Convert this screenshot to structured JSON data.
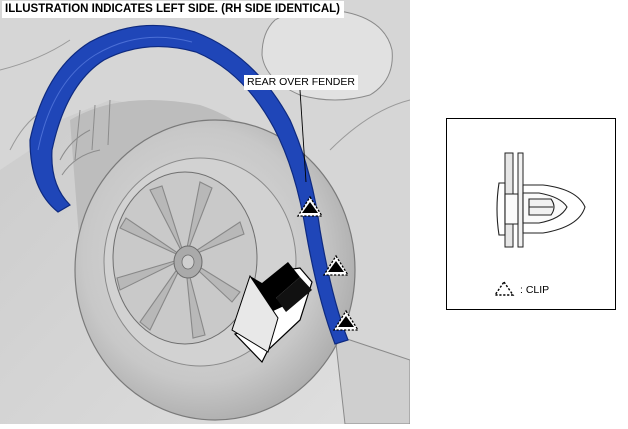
{
  "header": {
    "note": "ILLUSTRATION INDICATES LEFT SIDE. (RH SIDE IDENTICAL)"
  },
  "callout": {
    "label": "REAR OVER FENDER"
  },
  "detail": {
    "legend_text": ": CLIP",
    "legend_icon": "clip-triangle-icon"
  },
  "colors": {
    "fender_part": "#1f46b8",
    "body": "#d4d4d4",
    "tire": "#c4c4c4",
    "arrow": "#000000"
  }
}
